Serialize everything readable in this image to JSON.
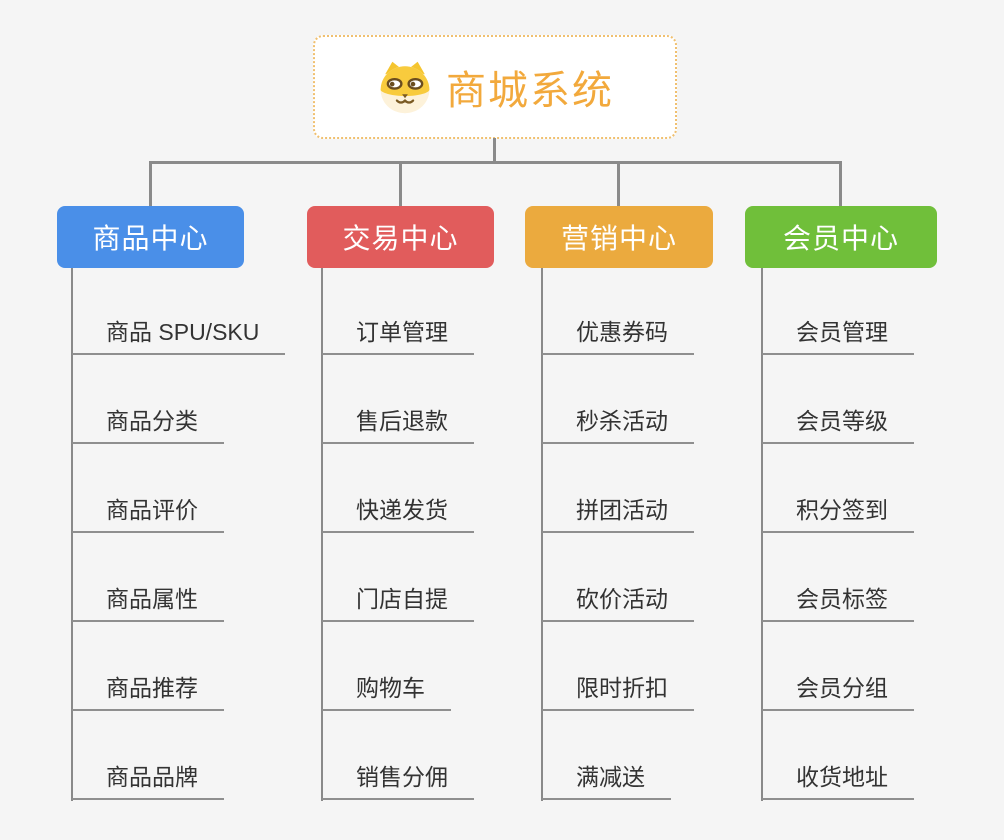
{
  "app": {
    "background_color": "#f5f5f5",
    "line_color": "#8a8a8a"
  },
  "root": {
    "title": "商城系统",
    "icon": "dog-face-icon",
    "text_color": "#f2a93c",
    "border_color": "#f0c070",
    "fill_color": "#ffffff"
  },
  "branches": [
    {
      "label": "商品中心",
      "color": "#4a8fe8",
      "children": [
        "商品 SPU/SKU",
        "商品分类",
        "商品评价",
        "商品属性",
        "商品推荐",
        "商品品牌"
      ]
    },
    {
      "label": "交易中心",
      "color": "#e15c5c",
      "children": [
        "订单管理",
        "售后退款",
        "快递发货",
        "门店自提",
        "购物车",
        "销售分佣"
      ]
    },
    {
      "label": "营销中心",
      "color": "#ebaa3e",
      "children": [
        "优惠券码",
        "秒杀活动",
        "拼团活动",
        "砍价活动",
        "限时折扣",
        "满减送"
      ]
    },
    {
      "label": "会员中心",
      "color": "#70bf3a",
      "children": [
        "会员管理",
        "会员等级",
        "积分签到",
        "会员标签",
        "会员分组",
        "收货地址"
      ]
    }
  ]
}
